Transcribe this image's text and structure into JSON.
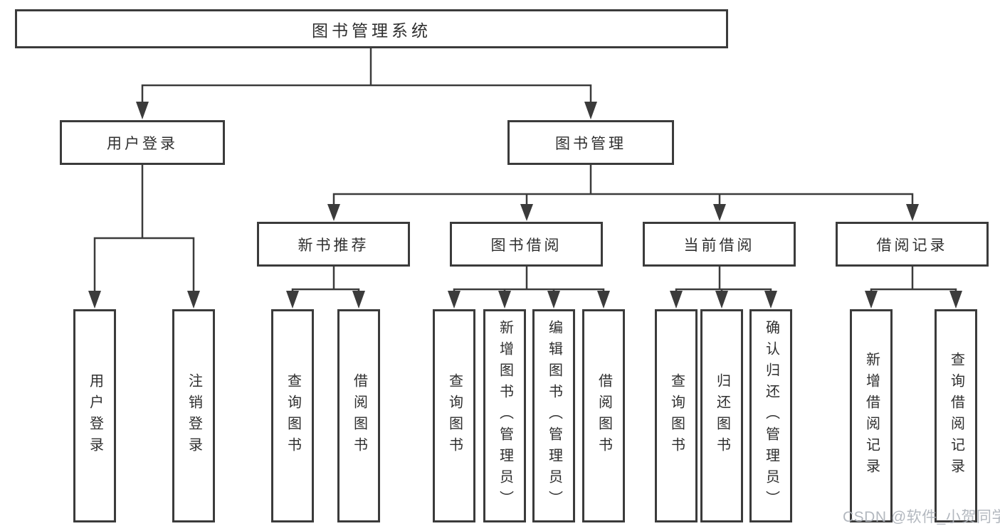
{
  "nodes": {
    "root": "图书管理系统",
    "user_login": "用户登录",
    "book_mgmt": "图书管理",
    "new_book": "新书推荐",
    "book_borrow": "图书借阅",
    "current_borrow": "当前借阅",
    "borrow_record": "借阅记录"
  },
  "leaves": {
    "user_login": [
      "用户登录",
      "注销登录"
    ],
    "new_book": [
      "查询图书",
      "借阅图书"
    ],
    "book_borrow": [
      "查询图书",
      "新增图书（管理员）",
      "编辑图书（管理员）",
      "借阅图书"
    ],
    "current_borrow": [
      "查询图书",
      "归还图书",
      "确认归还（管理员）"
    ],
    "borrow_record": [
      "新增借阅记录",
      "查询借阅记录"
    ]
  },
  "watermark": "CSDN @软件_小贺同学",
  "colors": {
    "line": "#3b3b3b",
    "text": "#2f2f2f",
    "watermark": "#adb2ba",
    "background": "#ffffff"
  }
}
